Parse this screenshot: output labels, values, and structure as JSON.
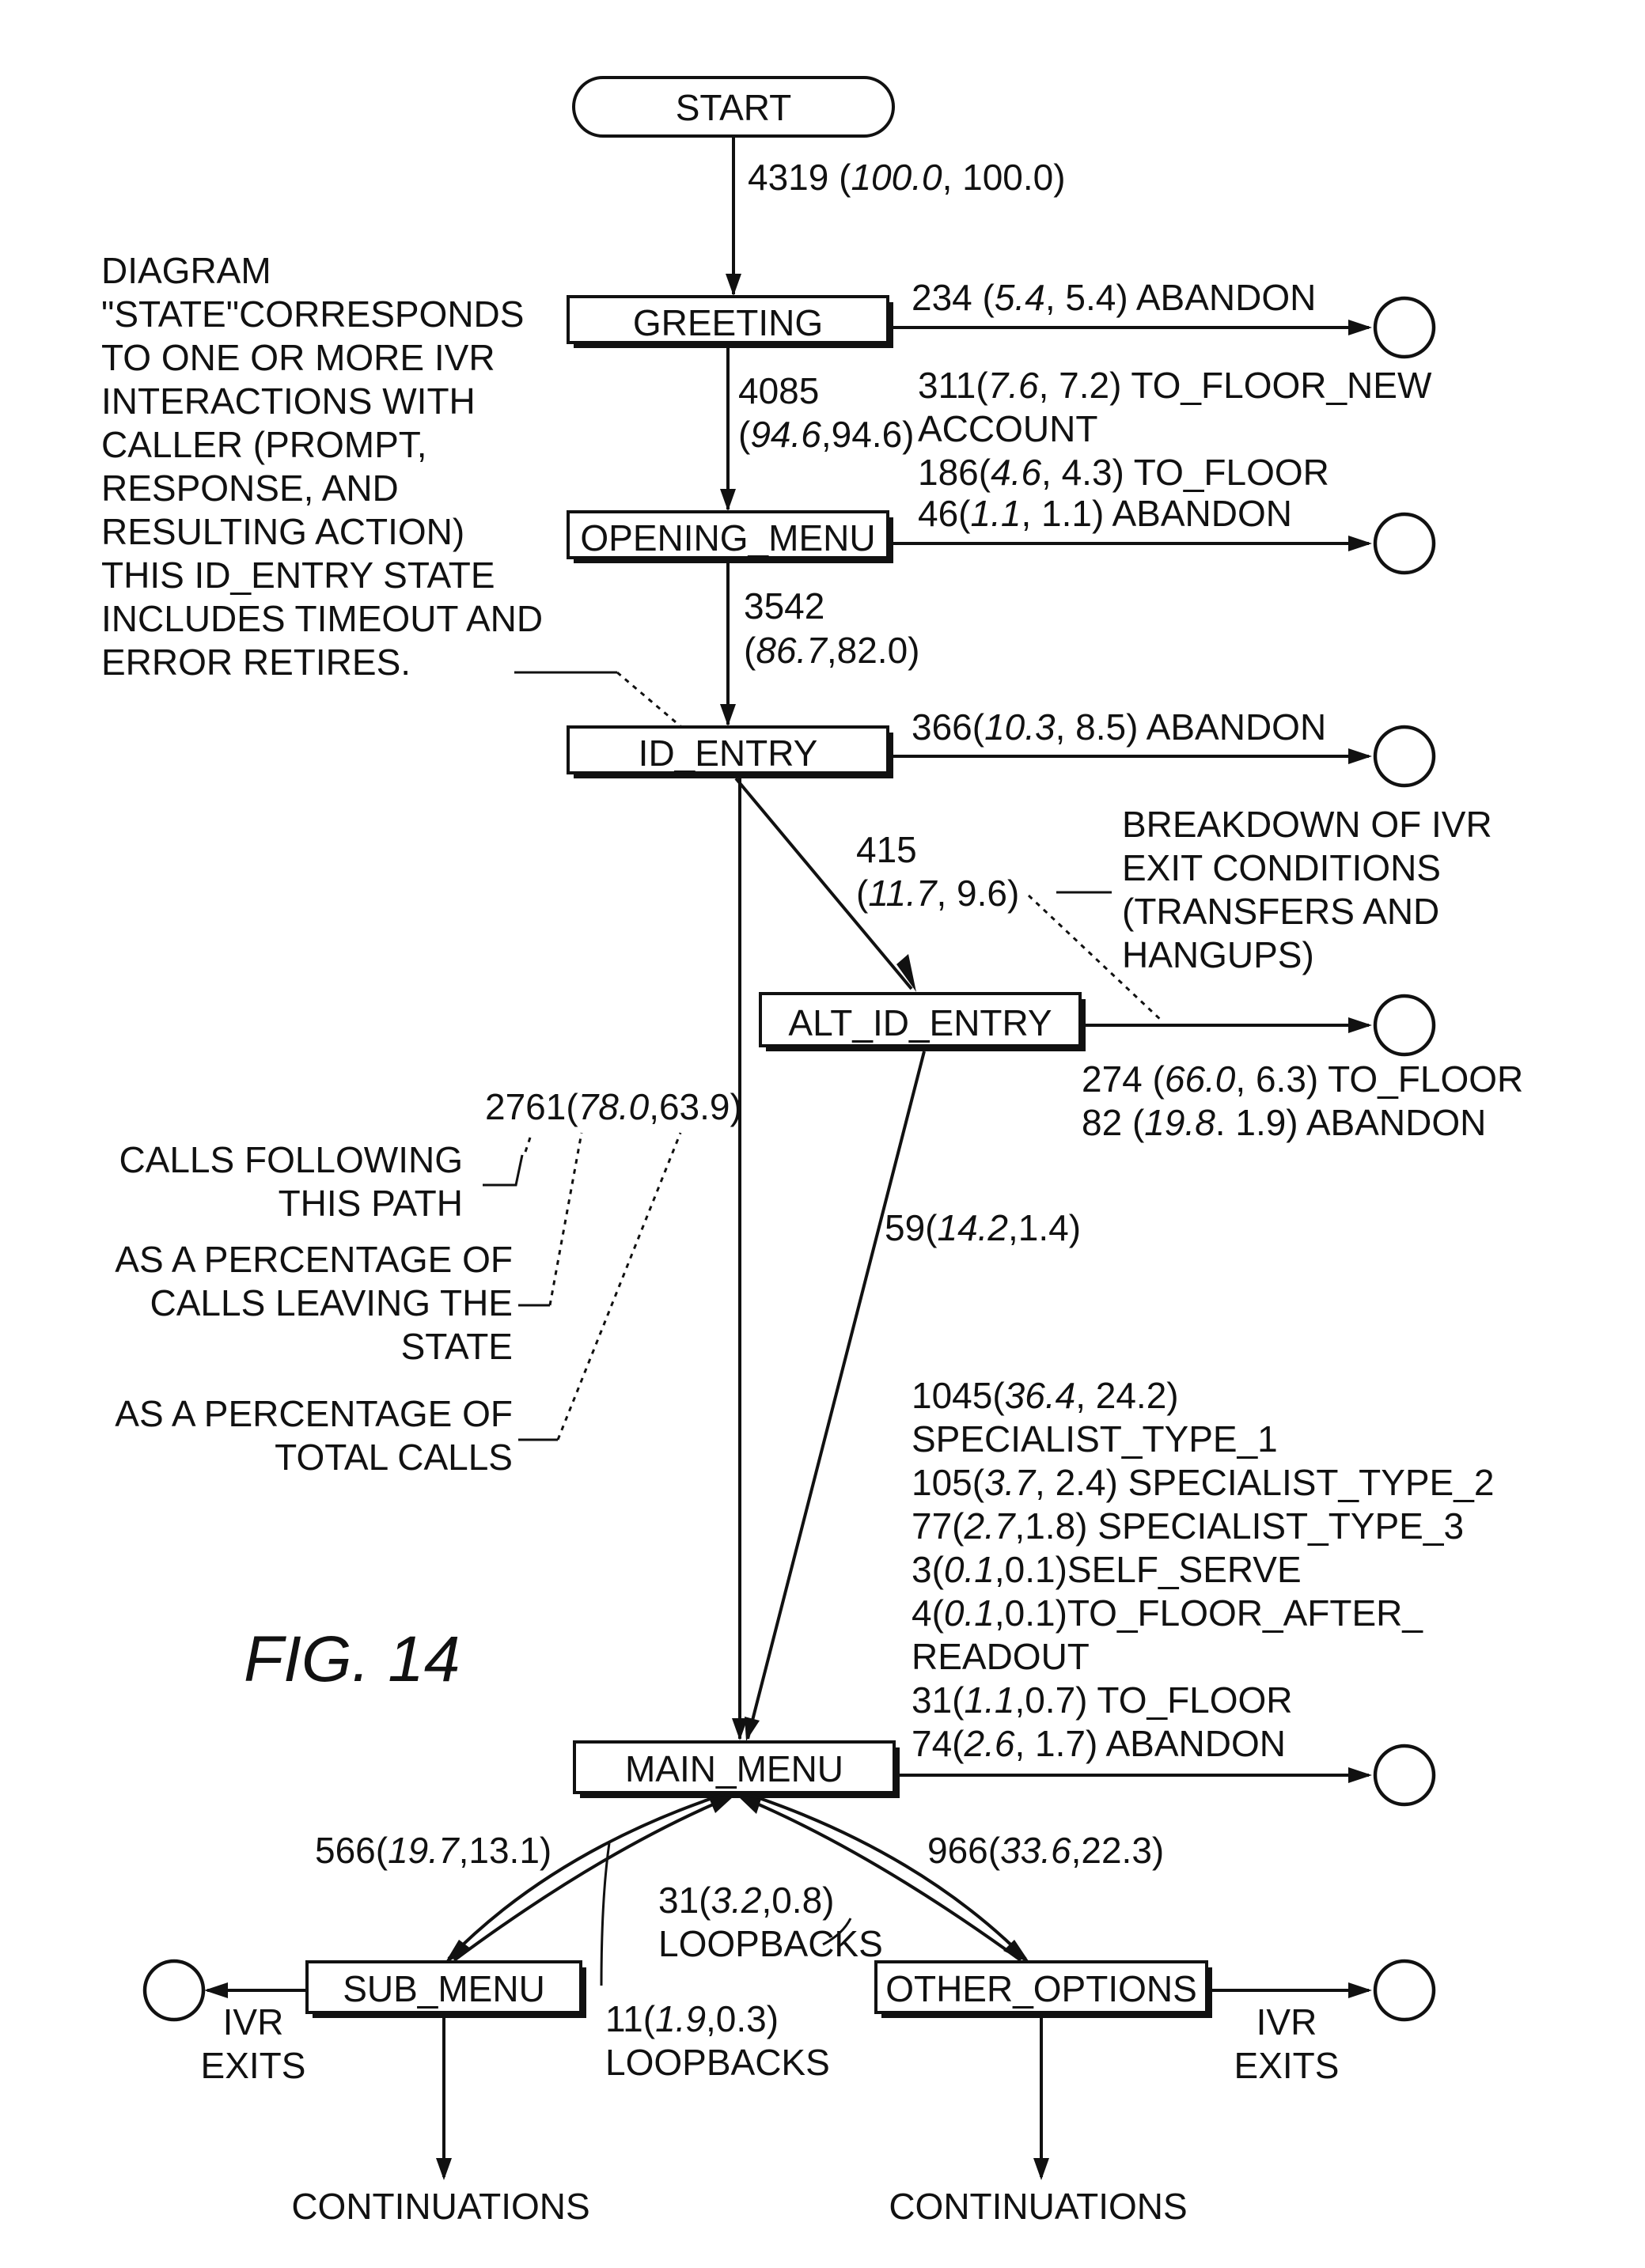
{
  "figure_label": "FIG. 14",
  "states": {
    "start": "START",
    "greeting": "GREETING",
    "opening_menu": "OPENING_MENU",
    "id_entry": "ID_ENTRY",
    "alt_id_entry": "ALT_ID_ENTRY",
    "main_menu": "MAIN_MENU",
    "sub_menu": "SUB_MENU",
    "other_options": "OTHER_OPTIONS"
  },
  "transitions": {
    "start_greeting": {
      "count": "4319 (",
      "pct_state": "100.0",
      "rest": ", 100.0)"
    },
    "greeting_opening": {
      "line1": "4085",
      "open": "(",
      "pct_state": "94.6",
      "rest": ",94.6)"
    },
    "opening_id": {
      "line1": "3542",
      "open": "(",
      "pct_state": "86.7",
      "rest": ",82.0)"
    },
    "id_alt": {
      "line1": "415",
      "open": "(",
      "pct_state": "11.7",
      "rest": ", 9.6)"
    },
    "id_main": {
      "count": "2761(",
      "pct_state": "78.0",
      "rest": ",63.9)"
    },
    "alt_main": {
      "count": "59(",
      "pct_state": "14.2",
      "rest": ",1.4)"
    },
    "main_sub": {
      "count": "566(",
      "pct_state": "19.7",
      "rest": ",13.1)"
    },
    "main_other": {
      "count": "966(",
      "pct_state": "33.6",
      "rest": ",22.3)"
    },
    "other_loop": {
      "count": "31(",
      "pct_state": "3.2",
      "rest": ",0.8)",
      "label": "LOOPBACKS"
    },
    "sub_loop": {
      "count": "11(",
      "pct_state": "1.9",
      "rest": ",0.3)",
      "label": "LOOPBACKS"
    }
  },
  "exits": {
    "greeting": [
      {
        "count": "234 (",
        "pct_state": "5.4",
        "rest": ", 5.4) ABANDON"
      },
      {
        "count": "311(",
        "pct_state": "7.6",
        "rest": ", 7.2) TO_FLOOR_NEW"
      },
      {
        "text": "ACCOUNT"
      },
      {
        "count": "186(",
        "pct_state": "4.6",
        "rest": ", 4.3) TO_FLOOR"
      }
    ],
    "opening_menu": [
      {
        "count": "46(",
        "pct_state": "1.1",
        "rest": ", 1.1) ABANDON"
      }
    ],
    "id_entry": [
      {
        "count": "366(",
        "pct_state": "10.3",
        "rest": ", 8.5) ABANDON"
      }
    ],
    "alt_id_entry": [
      {
        "count": "274 (",
        "pct_state": "66.0",
        "rest": ", 6.3) TO_FLOOR"
      },
      {
        "count": "82 (",
        "pct_state": "19.8",
        "rest": ". 1.9) ABANDON"
      }
    ],
    "main_menu": [
      {
        "count": "1045(",
        "pct_state": "36.4",
        "rest": ", 24.2)"
      },
      {
        "text": "SPECIALIST_TYPE_1"
      },
      {
        "count": "105(",
        "pct_state": "3.7",
        "rest": ", 2.4) SPECIALIST_TYPE_2"
      },
      {
        "count": "77(",
        "pct_state": "2.7",
        "rest": ",1.8) SPECIALIST_TYPE_3"
      },
      {
        "count": "3(",
        "pct_state": "0.1",
        "rest": ",0.1)SELF_SERVE"
      },
      {
        "count": "4(",
        "pct_state": "0.1",
        "rest": ",0.1)TO_FLOOR_AFTER_"
      },
      {
        "text": "READOUT"
      },
      {
        "count": "31(",
        "pct_state": "1.1",
        "rest": ",0.7) TO_FLOOR"
      },
      {
        "count": "74(",
        "pct_state": "2.6",
        "rest": ", 1.7) ABANDON"
      }
    ]
  },
  "annotations": {
    "state_note": [
      "DIAGRAM",
      "\"STATE\"CORRESPONDS",
      "TO ONE OR MORE IVR",
      "INTERACTIONS WITH",
      "CALLER (PROMPT,",
      "RESPONSE, AND",
      "RESULTING ACTION)",
      "THIS ID_ENTRY STATE",
      "INCLUDES TIMEOUT AND",
      "ERROR RETIRES."
    ],
    "breakdown_note": [
      "BREAKDOWN OF IVR",
      "EXIT CONDITIONS",
      "(TRANSFERS AND",
      "HANGUPS)"
    ],
    "calls_note": [
      "CALLS FOLLOWING",
      "THIS PATH"
    ],
    "pct_leaving_note": [
      "AS A PERCENTAGE OF",
      "CALLS LEAVING THE",
      "STATE"
    ],
    "pct_total_note": [
      "AS A PERCENTAGE OF",
      "TOTAL CALLS"
    ],
    "ivr_exits_left": [
      "IVR",
      "EXITS"
    ],
    "ivr_exits_right": [
      "IVR",
      "EXITS"
    ],
    "continuations_left": "CONTINUATIONS",
    "continuations_right": "CONTINUATIONS"
  }
}
